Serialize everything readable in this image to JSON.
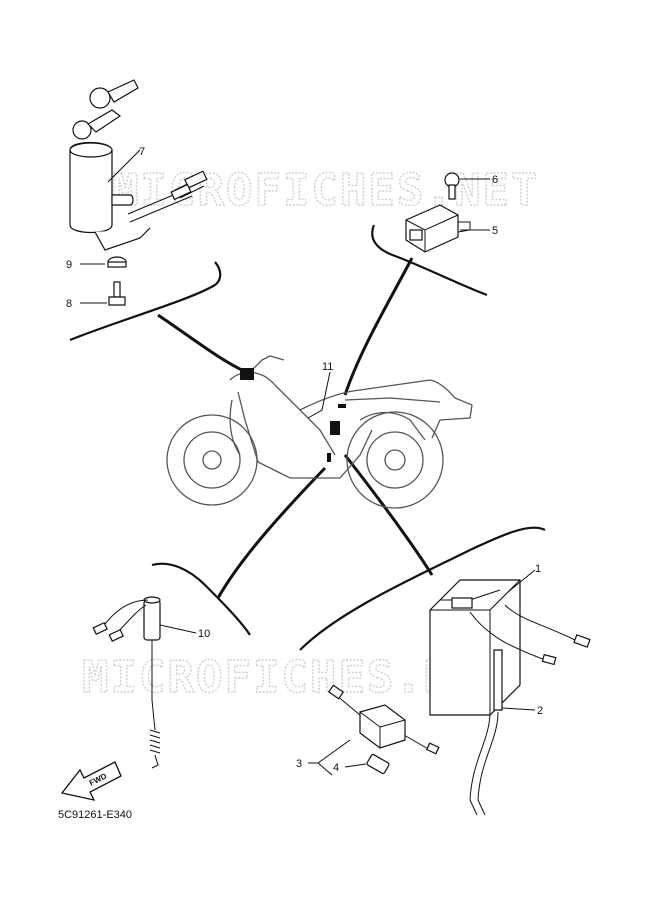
{
  "watermark": "MICROFICHES.NET",
  "diagram_code": "5C91261-E340",
  "fwd_label": "FWD",
  "callouts": {
    "p1": "1",
    "p2": "2",
    "p3": "3",
    "p4": "4",
    "p5": "5",
    "p6": "6",
    "p7": "7",
    "p8": "8",
    "p9": "9",
    "p10": "10",
    "p11": "11"
  }
}
